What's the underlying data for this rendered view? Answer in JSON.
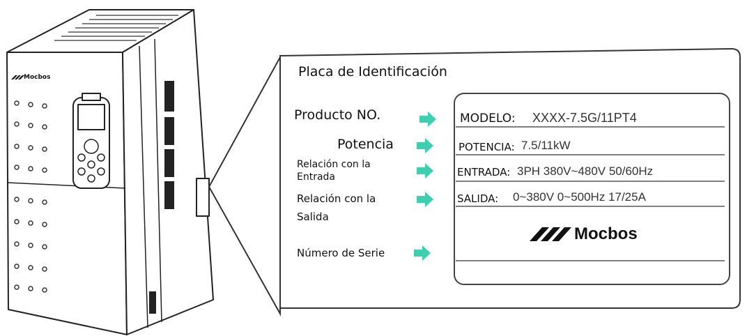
{
  "device": {
    "brand": "Mocbos"
  },
  "nameplate": {
    "title": "Placa de Identificación",
    "labels": {
      "product": "Producto NO.",
      "power": "Potencia",
      "input_1": "Relación con la",
      "input_2": "Entrada",
      "output_1": "Relación con la",
      "output_2": "Salida",
      "serial": "Número de Serie"
    },
    "plate": {
      "model_key": "MODELO:",
      "model_value": "XXXX-7.5G/11PT4",
      "power_key": "POTENCIA:",
      "power_value": "7.5/11kW",
      "input_key": "ENTRADA:",
      "input_value": "3PH 380V~480V 50/60Hz",
      "output_key": "SALIDA:",
      "output_value": "0~380V 0~500Hz 17/25A",
      "brand": "Mocbos"
    },
    "arrow_color": "#3ecfb0"
  }
}
